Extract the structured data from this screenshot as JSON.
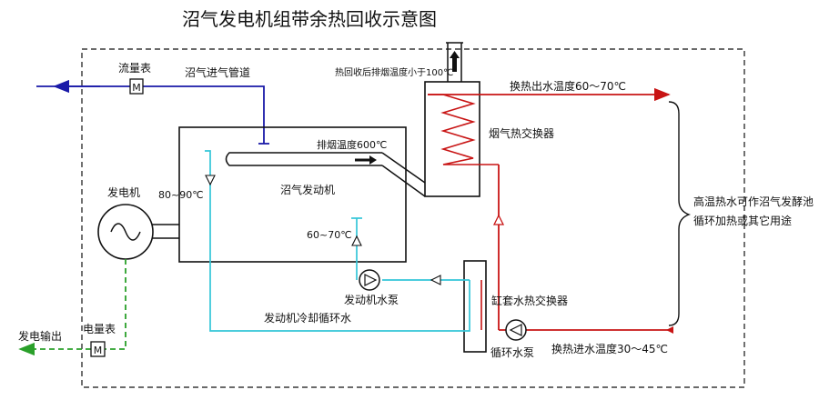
{
  "title": "沼气发电机组带余热回收示意图",
  "labels": {
    "flow_meter": "流量表",
    "meter_symbol": "M",
    "biogas_pipe": "沼气进气管道",
    "exhaust_temp_after_recovery": "热回收后排烟温度小于100℃",
    "hot_water_out": "换热出水温度60～70℃",
    "flue_gas_exchanger": "烟气热交换器",
    "exhaust_temp": "排烟温度600℃",
    "generator": "发电机",
    "engine_outlet_temp": "80~90℃",
    "biogas_engine": "沼气发动机",
    "high_temp_water_use_1": "高温热水可作沼气发酵池",
    "high_temp_water_use_2": "循环加热或其它用途",
    "engine_return_temp": "60~70℃",
    "engine_pump": "发动机水泵",
    "jacket_exchanger": "缸套水热交换器",
    "engine_cooling_water": "发动机冷却循环水",
    "circulation_pump": "循环水泵",
    "power_meter": "电量表",
    "power_output": "发电输出",
    "cold_water_in": "换热进水温度30～45℃"
  },
  "colors": {
    "gas_line": "#1a1aa8",
    "hot_water_line": "#c81414",
    "cooling_line": "#33c6d8",
    "power_line": "#2aa02a",
    "equipment": "#111111"
  }
}
